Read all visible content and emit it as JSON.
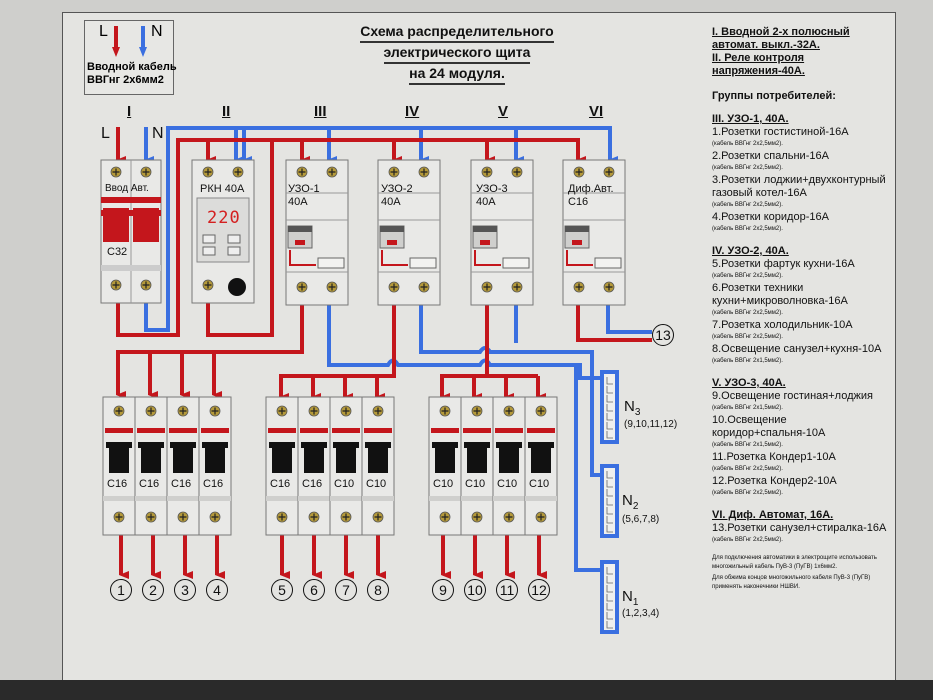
{
  "title": {
    "line1": "Схема распределительного",
    "line2": "электрического щита",
    "line3": "на 24 модуля."
  },
  "legend": {
    "l": "L",
    "n": "N",
    "caption1": "Вводной кабель",
    "caption2": "ВВГнг 2х6мм2"
  },
  "colors": {
    "phase": "#c4161c",
    "neutral": "#3a6fe0",
    "sheet": "#e4e4e1"
  },
  "roman_labels": [
    "I",
    "II",
    "III",
    "IV",
    "V",
    "VI"
  ],
  "input": {
    "l": "L",
    "n": "N"
  },
  "devices": {
    "main_breaker": {
      "name": "Ввод Авт.",
      "rating": "C32"
    },
    "relay": {
      "name": "РКН 40А",
      "display": "220"
    },
    "rcd1": {
      "name": "УЗО-1",
      "rating": "40А"
    },
    "rcd2": {
      "name": "УЗО-2",
      "rating": "40А"
    },
    "rcd3": {
      "name": "УЗО-3",
      "rating": "40А"
    },
    "rcbo": {
      "name": "Диф.Авт.",
      "rating": "C16"
    }
  },
  "breakers": [
    {
      "rating": "C16",
      "out": "1"
    },
    {
      "rating": "C16",
      "out": "2"
    },
    {
      "rating": "C16",
      "out": "3"
    },
    {
      "rating": "C16",
      "out": "4"
    },
    {
      "rating": "C16",
      "out": "5"
    },
    {
      "rating": "C16",
      "out": "6"
    },
    {
      "rating": "C10",
      "out": "7"
    },
    {
      "rating": "C10",
      "out": "8"
    },
    {
      "rating": "C10",
      "out": "9"
    },
    {
      "rating": "C10",
      "out": "10"
    },
    {
      "rating": "C10",
      "out": "11"
    },
    {
      "rating": "C10",
      "out": "12"
    }
  ],
  "rcbo_out": "13",
  "neutral_buses": [
    {
      "label": "N",
      "index": "3",
      "groups": "(9,10,11,12)"
    },
    {
      "label": "N",
      "index": "2",
      "groups": "(5,6,7,8)"
    },
    {
      "label": "N",
      "index": "1",
      "groups": "(1,2,3,4)"
    }
  ],
  "description": {
    "head1": "I. Вводной 2-х полюсный",
    "head2": "автомат. выкл.-32А.",
    "head3": "II. Реле контроля",
    "head4": "напряжения-40А.",
    "groups_title": "Группы потребителей:",
    "groups": [
      {
        "title": "III. УЗО-1, 40А.",
        "items": [
          {
            "text": "1.Розетки гостистиной-16А",
            "cable": "(кабель ВВГнг 2х2,5мм2)."
          },
          {
            "text": "2.Розетки спальни-16А",
            "cable": "(кабель ВВГнг 2х2,5мм2)."
          },
          {
            "text": "3.Розетки лоджии+двухконтурный газовый котел-16А",
            "cable": "(кабель ВВГнг 2х2,5мм2)."
          },
          {
            "text": "4.Розетки коридор-16А",
            "cable": "(кабель ВВГнг 2х2,5мм2)."
          }
        ]
      },
      {
        "title": "IV. УЗО-2, 40А.",
        "items": [
          {
            "text": "5.Розетки фартук кухни-16А",
            "cable": "(кабель ВВГнг 2х2,5мм2)."
          },
          {
            "text": "6.Розетки техники кухни+микроволновка-16А",
            "cable": "(кабель ВВГнг 2х2,5мм2)."
          },
          {
            "text": "7.Розетка холодильник-10А",
            "cable": "(кабель ВВГнг 2х2,5мм2)."
          },
          {
            "text": "8.Освещение санузел+кухня-10А",
            "cable": "(кабель ВВГнг 2х1,5мм2)."
          }
        ]
      },
      {
        "title": "V. УЗО-3, 40А.",
        "items": [
          {
            "text": "9.Освещение гостиная+лоджия",
            "cable": "(кабель ВВГнг 2х1,5мм2)."
          },
          {
            "text": "10.Освещение коридор+спальня-10А",
            "cable": "(кабель ВВГнг 2х1,5мм2)."
          },
          {
            "text": "11.Розетка Кондер1-10А",
            "cable": "(кабель ВВГнг 2х2,5мм2)."
          },
          {
            "text": "12.Розетка Кондер2-10А",
            "cable": "(кабель ВВГнг 2х2,5мм2)."
          }
        ]
      },
      {
        "title": "VI. Диф. Автомат, 16А.",
        "items": [
          {
            "text": "13.Розетки санузел+стиралка-16А",
            "cable": "(кабель ВВГнг 2х2,5мм2)."
          }
        ]
      }
    ],
    "note1": "Для подключения автоматики в электрощите использовать многожильный кабель ПуВ-3 (ПуГВ) 1х6мм2.",
    "note2": "Для обжима концов многожильного кабеля ПуВ-3 (ПуГВ) применять наконечники НШВИ."
  }
}
